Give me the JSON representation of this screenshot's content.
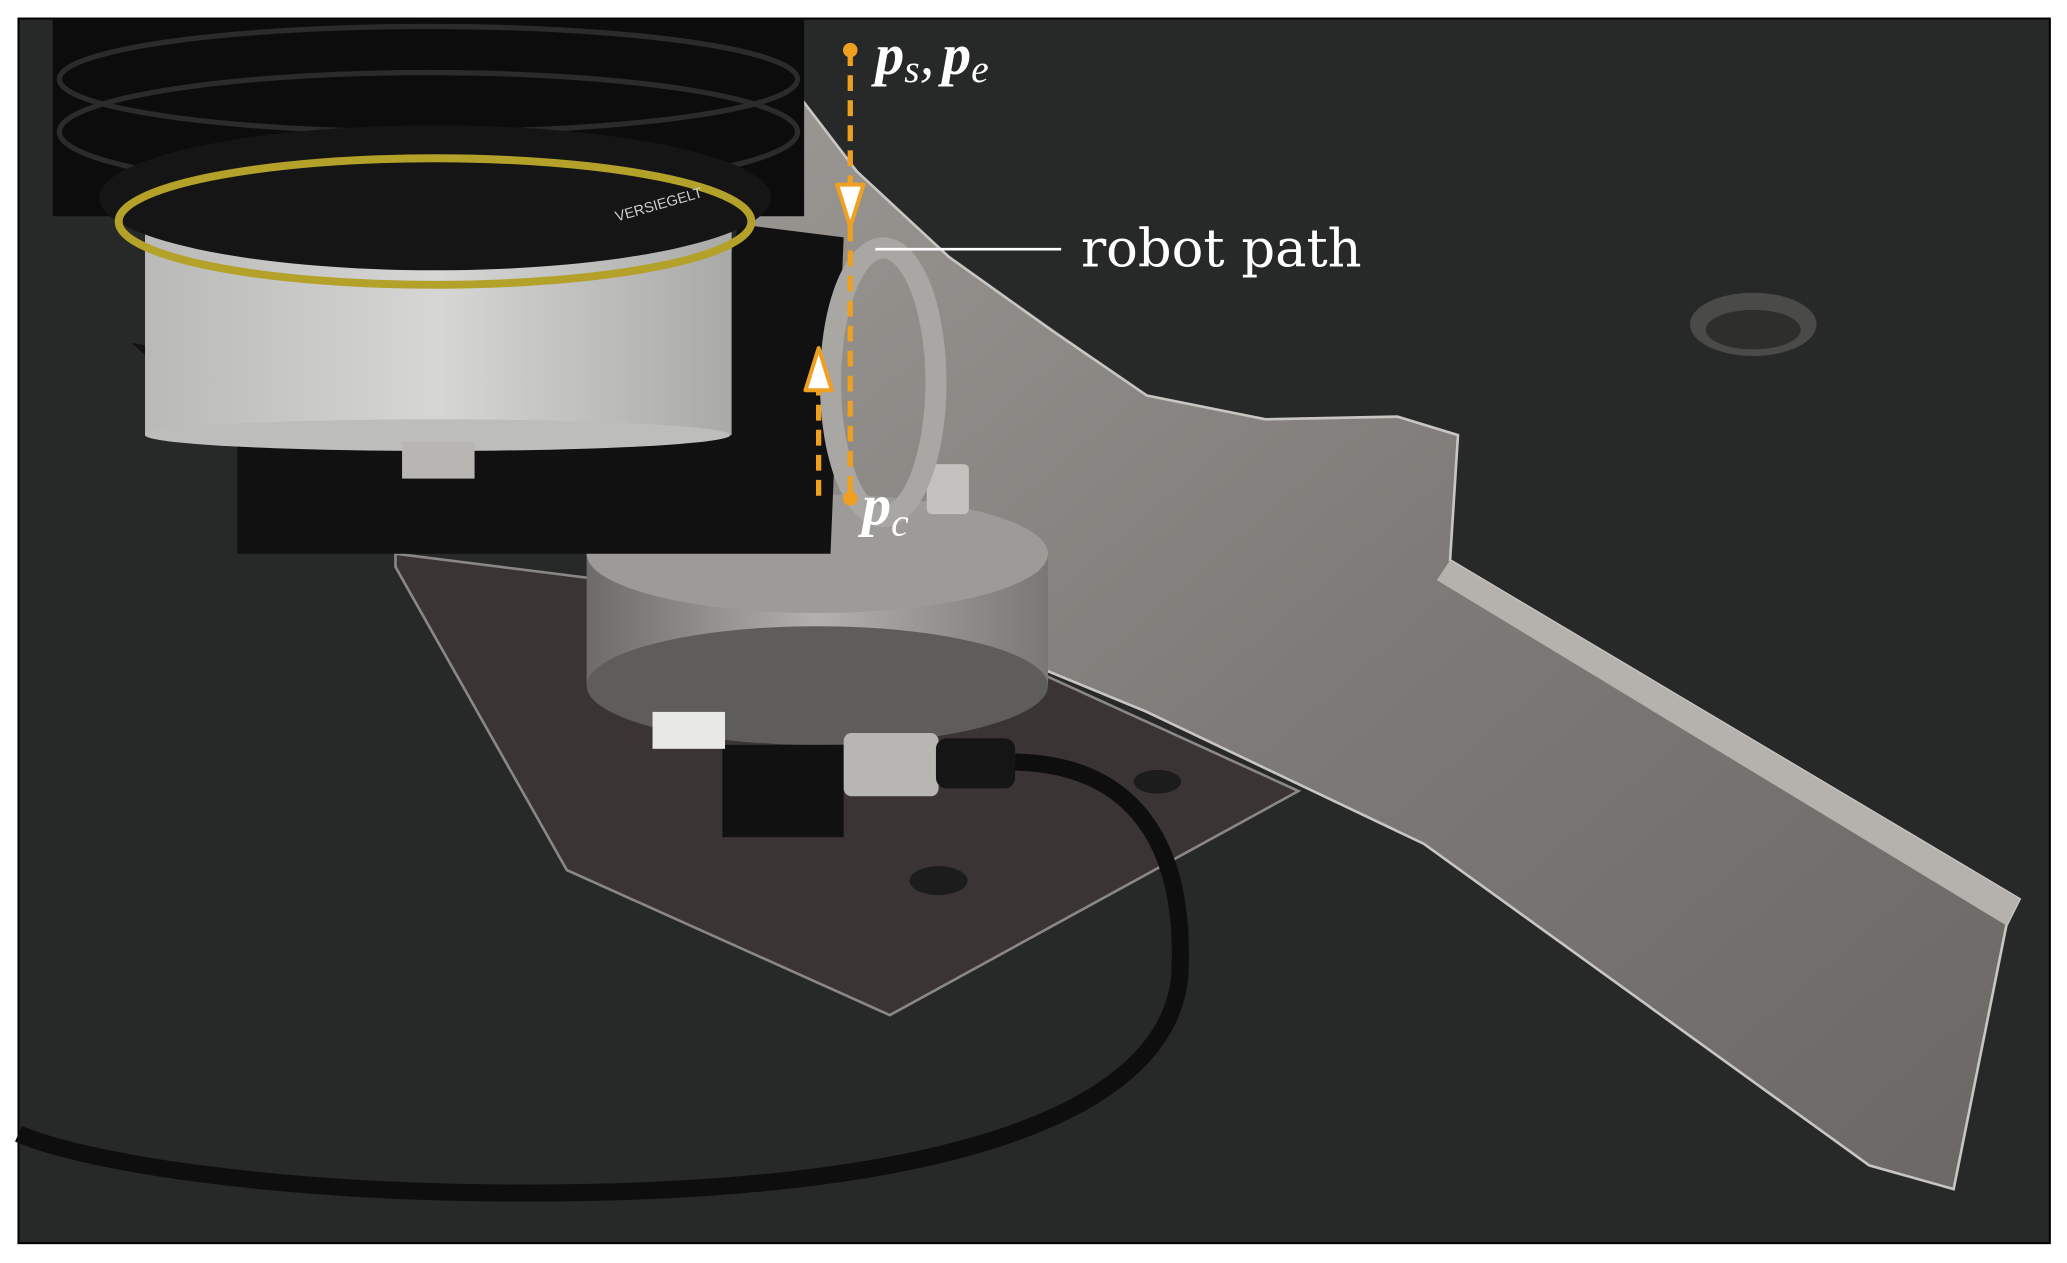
{
  "figure": {
    "photo_text": {
      "ring_label": "VERSIEGELT"
    },
    "annotations": {
      "start_end_label": {
        "sym1": "p",
        "sub1": "s",
        "sep": ",",
        "sym2": "p",
        "sub2": "e"
      },
      "contact_label": {
        "sym": "p",
        "sub": "c"
      },
      "path_label": "robot path"
    },
    "colors": {
      "path_color": "#f0a020",
      "label_color": "#ffffff",
      "background": "#272929"
    }
  }
}
